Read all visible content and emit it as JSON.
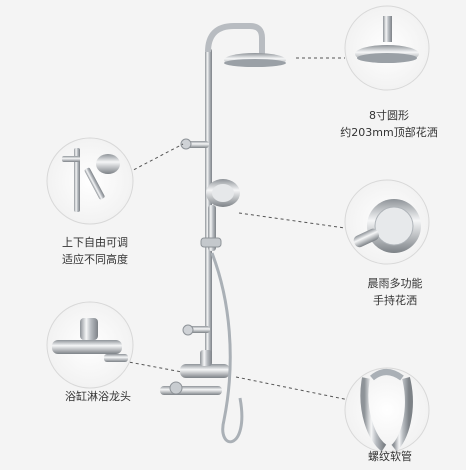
{
  "callouts": {
    "overhead_shower": {
      "line1": "8寸圆形",
      "line2": "约203mm顶部花洒"
    },
    "slide_bar": {
      "line1": "上下自由可调",
      "line2": "适应不同高度"
    },
    "hand_shower": {
      "line1": "晨雨多功能",
      "line2": "手持花洒"
    },
    "tub_spout": {
      "line1": "浴缸淋浴龙头"
    },
    "hose": {
      "line1": "螺纹软管"
    }
  },
  "colors": {
    "background": "#f4f4f4",
    "chrome": "#c9ccd0",
    "leader_line": "#555555"
  }
}
